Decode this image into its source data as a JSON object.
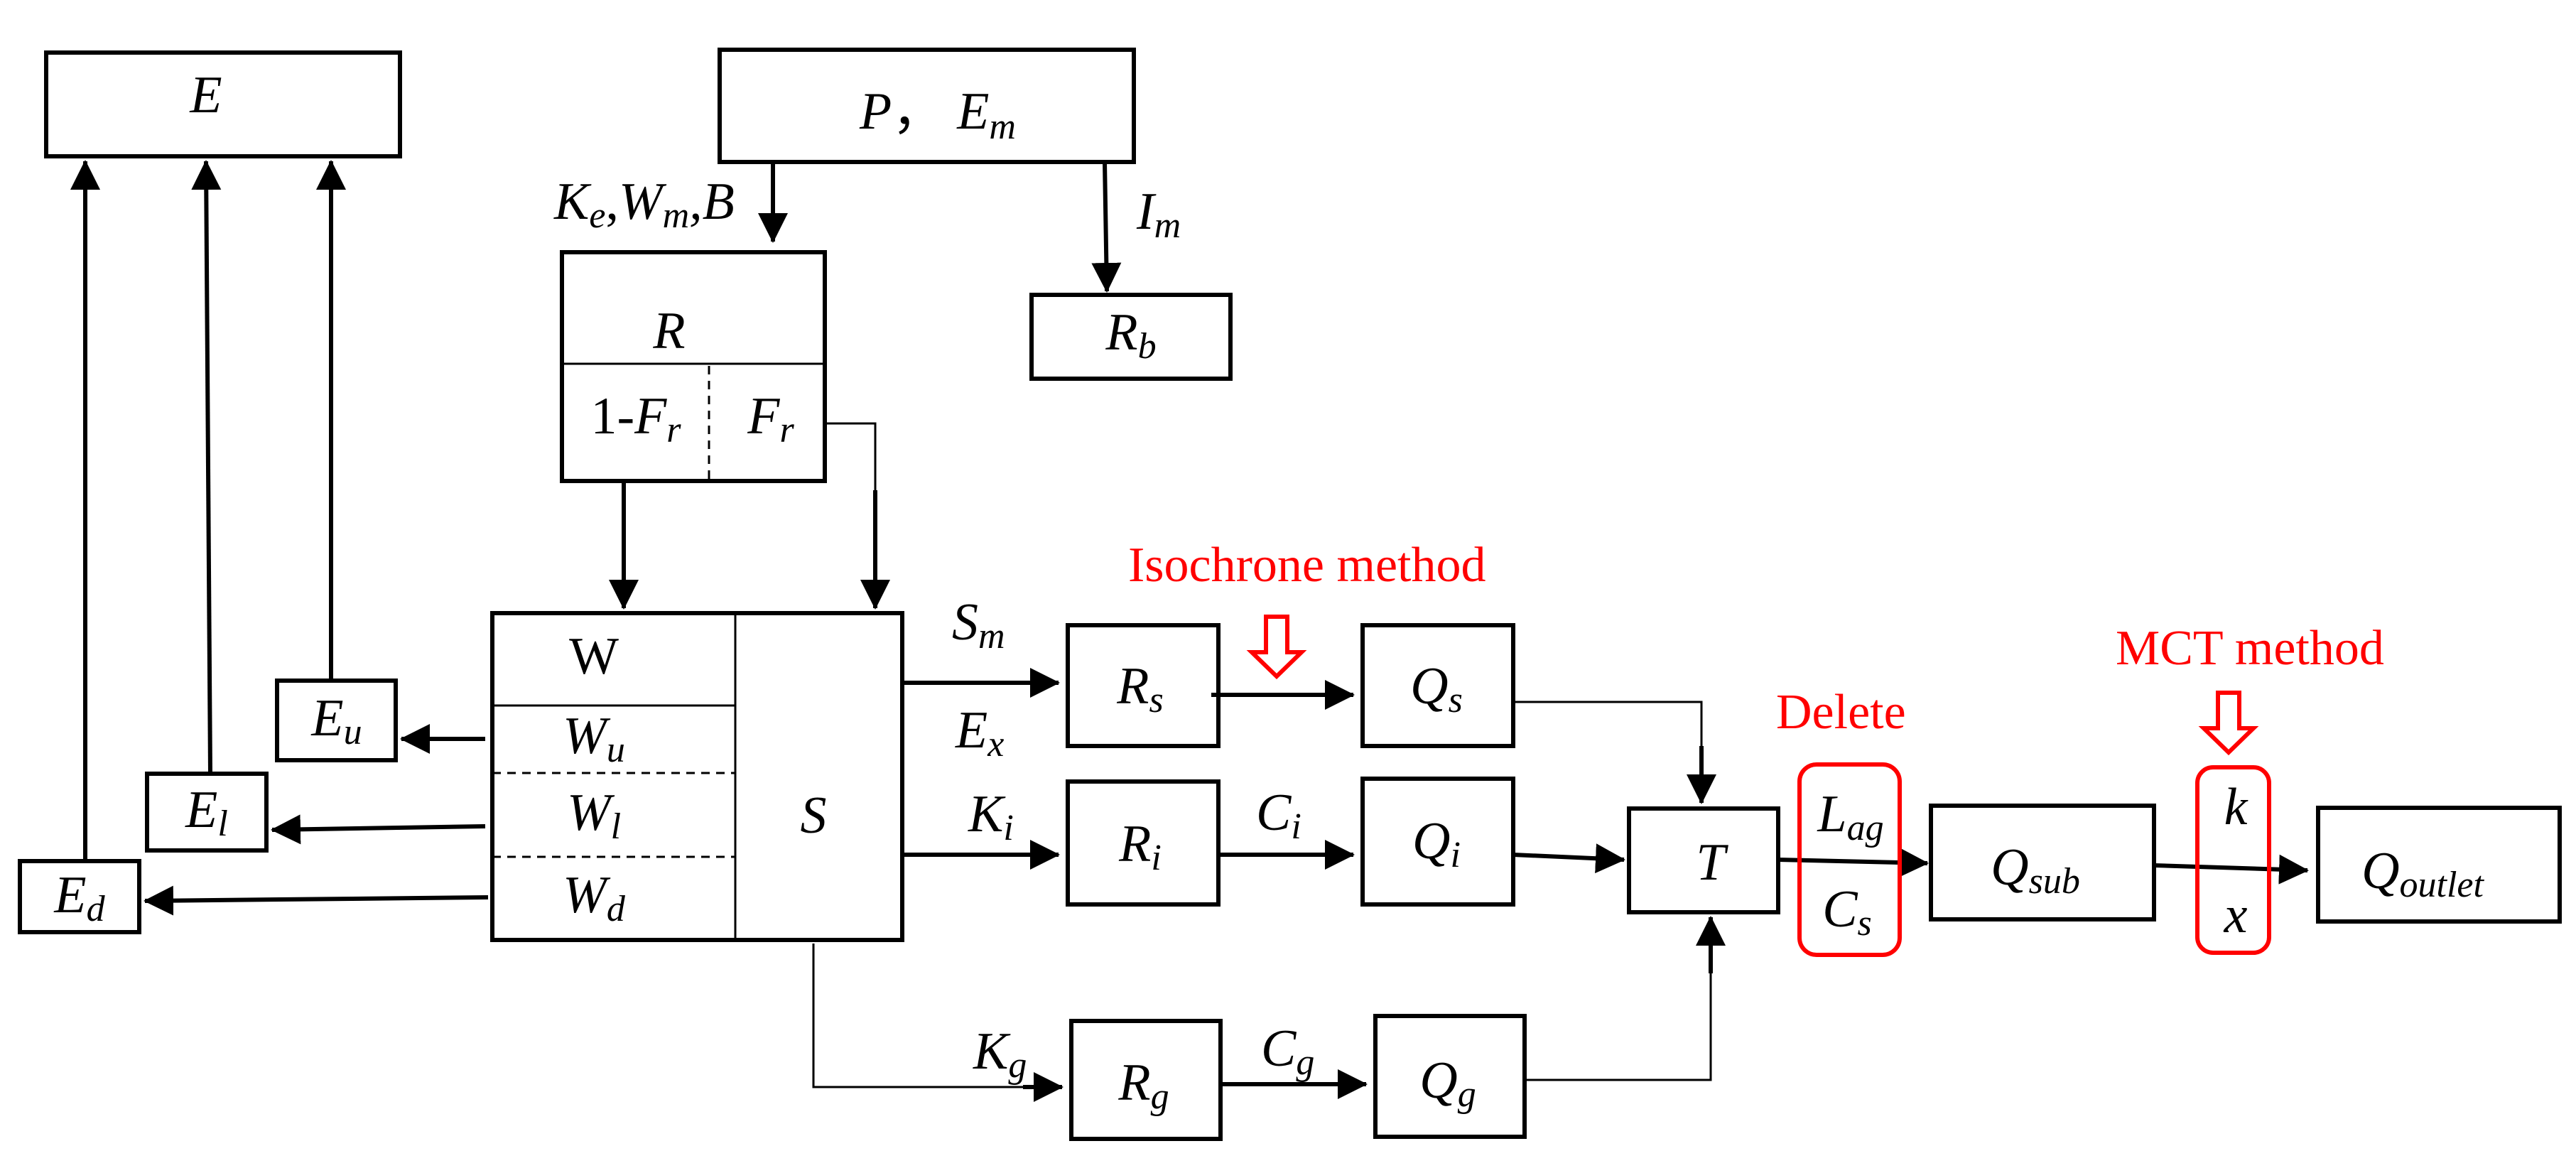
{
  "nodes": {
    "E": {
      "main": "E",
      "sub": ""
    },
    "PEm": {
      "p": "P",
      "sep": "，",
      "main": "E",
      "sub": "m"
    },
    "R": {
      "main": "R",
      "sub": ""
    },
    "one_minus_Fr": {
      "prefix": "1-",
      "main": "F",
      "sub": "r"
    },
    "Fr": {
      "main": "F",
      "sub": "r"
    },
    "Rb": {
      "main": "R",
      "sub": "b"
    },
    "W": {
      "main": "W"
    },
    "Wu": {
      "main": "W",
      "sub": "u"
    },
    "Wl": {
      "main": "W",
      "sub": "l"
    },
    "Wd": {
      "main": "W",
      "sub": "d"
    },
    "S": {
      "main": "S"
    },
    "Eu": {
      "main": "E",
      "sub": "u"
    },
    "El": {
      "main": "E",
      "sub": "l"
    },
    "Ed": {
      "main": "E",
      "sub": "d"
    },
    "Rs": {
      "main": "R",
      "sub": "s"
    },
    "Ri": {
      "main": "R",
      "sub": "i"
    },
    "Rg": {
      "main": "R",
      "sub": "g"
    },
    "Qs": {
      "main": "Q",
      "sub": "s"
    },
    "Qi": {
      "main": "Q",
      "sub": "i"
    },
    "Qg": {
      "main": "Q",
      "sub": "g"
    },
    "T": {
      "main": "T"
    },
    "Qsub": {
      "main": "Q",
      "sub": "sub"
    },
    "Qoutlet": {
      "main": "Q",
      "sub": "outlet"
    }
  },
  "labels": {
    "KeWmB": {
      "k": "K",
      "k_sub": "e",
      "sep1": ",",
      "w": "W",
      "w_sub": "m",
      "sep2": ",B"
    },
    "Im": {
      "main": "I",
      "sub": "m"
    },
    "Sm": {
      "main": "S",
      "sub": "m"
    },
    "Ex": {
      "main": "E",
      "sub": "x"
    },
    "Ki": {
      "main": "K",
      "sub": "i"
    },
    "Kg": {
      "main": "K",
      "sub": "g"
    },
    "Ci": {
      "main": "C",
      "sub": "i"
    },
    "Cg": {
      "main": "C",
      "sub": "g"
    },
    "Lag": {
      "main": "L",
      "sub": "ag"
    },
    "Cs": {
      "main": "C",
      "sub": "s"
    },
    "k": {
      "main": "k"
    },
    "x": {
      "main": "x"
    }
  },
  "annotations": {
    "isochrone": "Isochrone method",
    "delete": "Delete",
    "mct": "MCT method"
  },
  "colors": {
    "highlight": "#ff0000",
    "line": "#000000"
  }
}
